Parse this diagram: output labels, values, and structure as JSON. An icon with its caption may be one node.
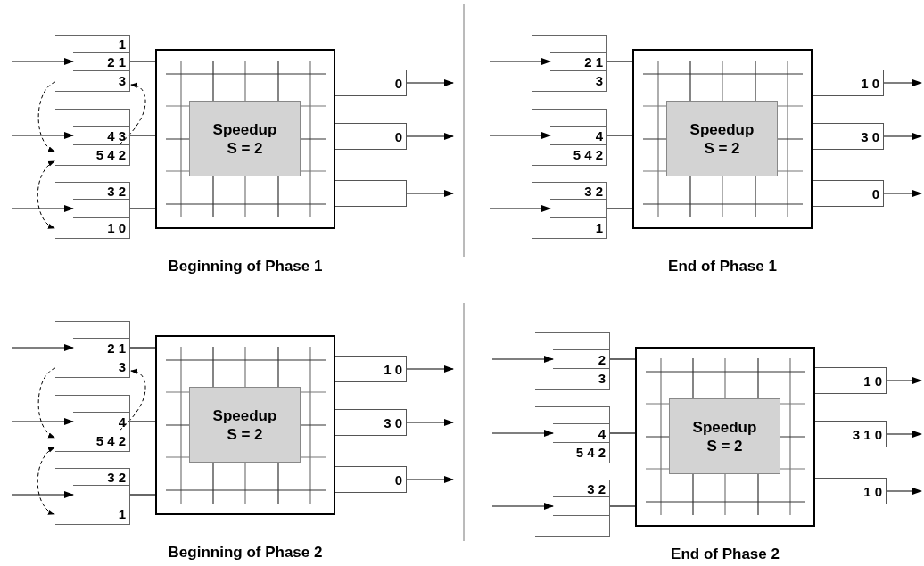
{
  "diagram": {
    "nodes": [
      {
        "text": [
          "1"
        ]
      },
      {
        "text": [
          "2 1"
        ]
      },
      {
        "text": [
          "3"
        ]
      },
      {
        "text": [],
        "shape": "box"
      },
      {
        "text": [
          "4 3"
        ]
      },
      {
        "text": [
          "5 4 2"
        ]
      },
      {
        "text": [
          "3 2"
        ]
      },
      {
        "text": [],
        "shape": "box"
      },
      {
        "text": [
          "1 0"
        ]
      },
      {
        "text": [],
        "shape": "box"
      },
      {
        "text": [
          "Speedup S = 2"
        ],
        "in": 9
      },
      {
        "text": [
          "0"
        ]
      },
      {
        "text": [
          "0"
        ]
      },
      {
        "text": [],
        "shape": "box"
      },
      {
        "text": [],
        "shape": "box"
      },
      {
        "text": [
          "2 1"
        ]
      },
      {
        "text": [
          "3"
        ]
      },
      {
        "text": [],
        "shape": "box"
      },
      {
        "text": [
          "4"
        ]
      },
      {
        "text": [
          "5 4 2"
        ]
      },
      {
        "text": [
          "3 2"
        ]
      },
      {
        "text": [],
        "shape": "box"
      },
      {
        "text": [
          "1"
        ]
      },
      {
        "text": [],
        "shape": "box"
      },
      {
        "text": [
          "Speedup S = 2"
        ],
        "in": 23
      },
      {
        "text": [
          "1 0"
        ]
      },
      {
        "text": [
          "3 0"
        ]
      },
      {
        "text": [
          "0"
        ]
      },
      {
        "text": [],
        "shape": "box"
      },
      {
        "text": [
          "2 1"
        ]
      },
      {
        "text": [
          "3"
        ]
      },
      {
        "text": [],
        "shape": "box"
      },
      {
        "text": [
          "4"
        ]
      },
      {
        "text": [
          "5 4 2"
        ]
      },
      {
        "text": [
          "3 2"
        ]
      },
      {
        "text": [],
        "shape": "box"
      },
      {
        "text": [
          "1"
        ]
      },
      {
        "text": [],
        "shape": "box"
      },
      {
        "text": [
          "Speedup S = 2"
        ],
        "in": 37
      },
      {
        "text": [
          "1 0"
        ]
      },
      {
        "text": [
          "3 0"
        ]
      },
      {
        "text": [
          "0"
        ]
      },
      {
        "text": [],
        "shape": "box"
      },
      {
        "text": [
          "2"
        ]
      },
      {
        "text": [
          "3"
        ]
      },
      {
        "text": [],
        "shape": "box"
      },
      {
        "text": [
          "4"
        ]
      },
      {
        "text": [
          "5 4 2"
        ]
      },
      {
        "text": [
          "3 2"
        ]
      },
      {
        "text": [],
        "shape": "box"
      },
      {
        "text": [],
        "shape": "box"
      },
      {
        "text": [],
        "shape": "box"
      },
      {
        "text": [
          "Speedup S = 2"
        ],
        "in": 51
      },
      {
        "text": [
          "1 0"
        ]
      },
      {
        "text": [
          "3 1 0"
        ]
      },
      {
        "text": [
          "1 0"
        ]
      }
    ],
    "edges": [
      {
        "from": null,
        "to": 1,
        "arrow": "to"
      },
      {
        "from": null,
        "to": 4,
        "arrow": "to"
      },
      {
        "from": null,
        "to": 7,
        "arrow": "to"
      },
      {
        "from": 1,
        "to": 9,
        "arrow": "none"
      },
      {
        "from": 4,
        "to": 9,
        "arrow": "none"
      },
      {
        "from": 7,
        "to": 9,
        "arrow": "none"
      },
      {
        "from": 11,
        "to": null,
        "arrow": "to"
      },
      {
        "from": 12,
        "to": null,
        "arrow": "to"
      },
      {
        "from": 13,
        "to": null,
        "arrow": "to"
      },
      {
        "from": 2,
        "to": 5,
        "arrow": "to",
        "style": "dashed"
      },
      {
        "from": 5,
        "to": 2,
        "arrow": "to",
        "style": "dashed"
      },
      {
        "from": 5,
        "to": 8,
        "arrow": "both",
        "style": "dashed"
      },
      {
        "from": null,
        "to": 15,
        "arrow": "to"
      },
      {
        "from": null,
        "to": 18,
        "arrow": "to"
      },
      {
        "from": null,
        "to": 21,
        "arrow": "to"
      },
      {
        "from": 15,
        "to": 23,
        "arrow": "none"
      },
      {
        "from": 18,
        "to": 23,
        "arrow": "none"
      },
      {
        "from": 21,
        "to": 23,
        "arrow": "none"
      },
      {
        "from": 25,
        "to": null,
        "arrow": "to"
      },
      {
        "from": 26,
        "to": null,
        "arrow": "to"
      },
      {
        "from": 27,
        "to": null,
        "arrow": "to"
      },
      {
        "from": null,
        "to": 29,
        "arrow": "to"
      },
      {
        "from": null,
        "to": 32,
        "arrow": "to"
      },
      {
        "from": null,
        "to": 35,
        "arrow": "to"
      },
      {
        "from": 29,
        "to": 37,
        "arrow": "none"
      },
      {
        "from": 32,
        "to": 37,
        "arrow": "none"
      },
      {
        "from": 35,
        "to": 37,
        "arrow": "none"
      },
      {
        "from": 39,
        "to": null,
        "arrow": "to"
      },
      {
        "from": 40,
        "to": null,
        "arrow": "to"
      },
      {
        "from": 41,
        "to": null,
        "arrow": "to"
      },
      {
        "from": 30,
        "to": 33,
        "arrow": "to",
        "style": "dashed"
      },
      {
        "from": 33,
        "to": 30,
        "arrow": "to",
        "style": "dashed"
      },
      {
        "from": 33,
        "to": 36,
        "arrow": "both",
        "style": "dashed"
      },
      {
        "from": null,
        "to": 43,
        "arrow": "to"
      },
      {
        "from": null,
        "to": 46,
        "arrow": "to"
      },
      {
        "from": null,
        "to": 49,
        "arrow": "to"
      },
      {
        "from": 43,
        "to": 51,
        "arrow": "none"
      },
      {
        "from": 46,
        "to": 51,
        "arrow": "none"
      },
      {
        "from": 49,
        "to": 51,
        "arrow": "none"
      },
      {
        "from": 53,
        "to": null,
        "arrow": "to"
      },
      {
        "from": 54,
        "to": null,
        "arrow": "to"
      },
      {
        "from": 55,
        "to": null,
        "arrow": "to"
      }
    ],
    "labels": [
      "Beginning of Phase 1",
      "End of Phase 1",
      "Beginning of Phase 2",
      "End of Phase 2"
    ]
  }
}
